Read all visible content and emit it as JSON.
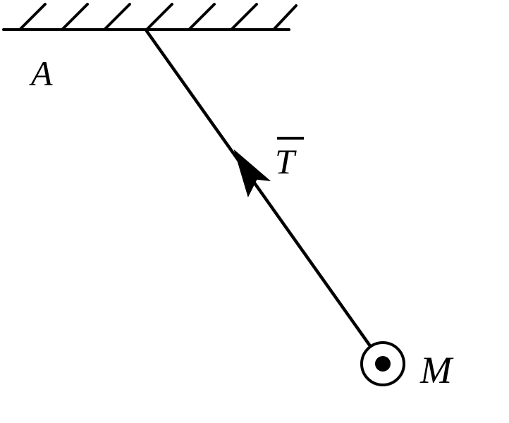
{
  "diagram": {
    "labels": {
      "support": "A",
      "tension": "T",
      "mass": "M"
    },
    "colors": {
      "ink": "#000000",
      "background": "#ffffff"
    }
  }
}
